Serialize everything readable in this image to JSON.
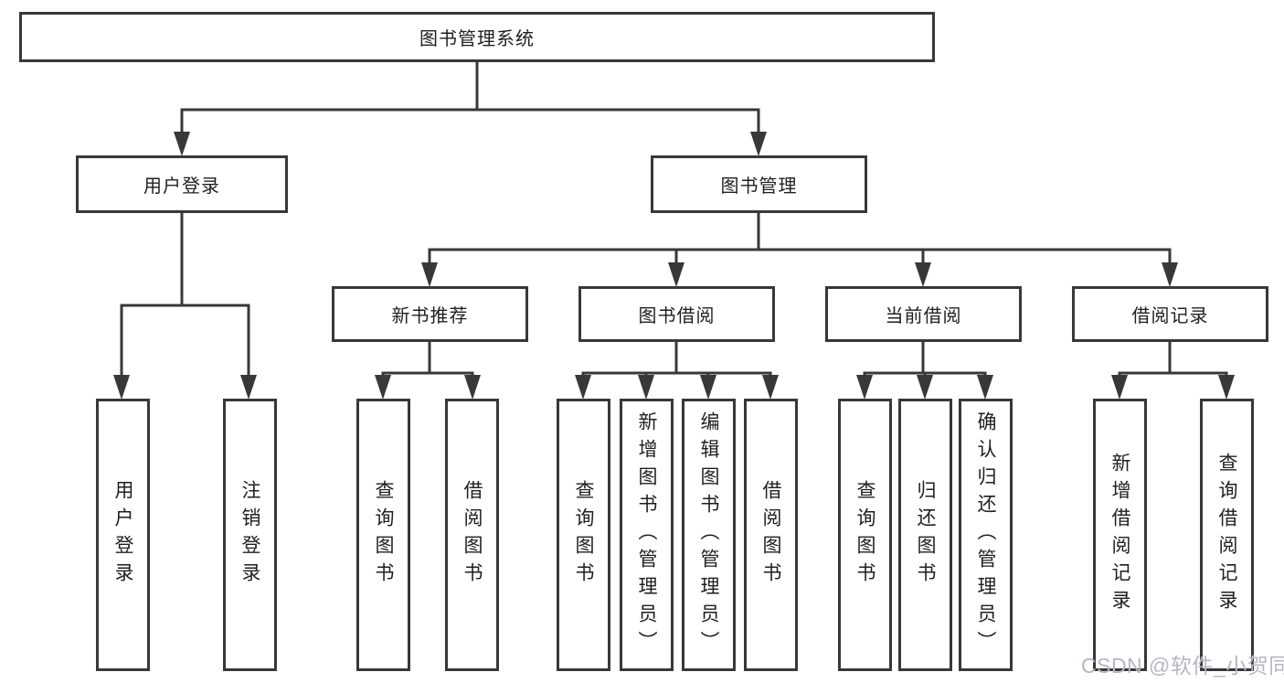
{
  "diagram": {
    "root": {
      "label": "图书管理系统"
    },
    "children": [
      {
        "label": "用户登录",
        "children": [
          {
            "label": "用户登录"
          },
          {
            "label": "注销登录"
          }
        ]
      },
      {
        "label": "图书管理",
        "children": [
          {
            "label": "新书推荐",
            "children": [
              {
                "label": "查询图书"
              },
              {
                "label": "借阅图书"
              }
            ]
          },
          {
            "label": "图书借阅",
            "children": [
              {
                "label": "查询图书"
              },
              {
                "label": "新增图书（管理员）"
              },
              {
                "label": "编辑图书（管理员）"
              },
              {
                "label": "借阅图书"
              }
            ]
          },
          {
            "label": "当前借阅",
            "children": [
              {
                "label": "查询图书"
              },
              {
                "label": "归还图书"
              },
              {
                "label": "确认归还（管理员）"
              }
            ]
          },
          {
            "label": "借阅记录",
            "children": [
              {
                "label": "新增借阅记录"
              },
              {
                "label": "查询借阅记录"
              }
            ]
          }
        ]
      }
    ]
  },
  "watermark": "CSDN @软件_小贺同学",
  "colors": {
    "line": "#383838",
    "box_border": "#383838",
    "text": "#1f1f1f",
    "watermark": "#b4b8c1",
    "background": "#ffffff"
  }
}
